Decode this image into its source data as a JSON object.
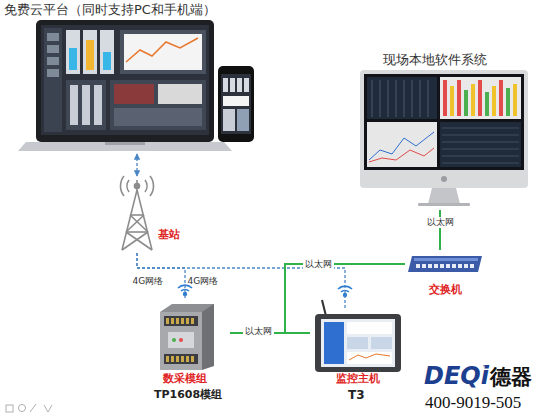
{
  "diagram": {
    "nodes": [
      {
        "text": [
          "免费云平台（同时支持PC和手机端）"
        ]
      },
      {
        "text": [
          "现场本地软件系统"
        ]
      },
      {
        "text": [
          "基站"
        ]
      },
      {
        "text": [
          "交换机"
        ]
      },
      {
        "text": [
          "数采模组",
          "TP1608模组"
        ]
      },
      {
        "text": [
          "监控主机",
          "T3"
        ]
      }
    ],
    "edges": [
      {
        "from": 2,
        "to": 0,
        "arrow": "both"
      },
      {
        "from": 3,
        "to": 1,
        "label": "以太网",
        "arrow": "none"
      },
      {
        "from": 4,
        "to": 2,
        "label": "4G网络",
        "arrow": "none"
      },
      {
        "from": 5,
        "to": 2,
        "label": "4G网络",
        "arrow": "none"
      },
      {
        "from": 3,
        "to": 4,
        "label": "以太网",
        "arrow": "none"
      },
      {
        "from": 4,
        "to": 5,
        "label": "以太网",
        "arrow": "none"
      }
    ],
    "labels": [
      "DEQi",
      "™",
      "德器",
      "400-9019-505"
    ]
  }
}
